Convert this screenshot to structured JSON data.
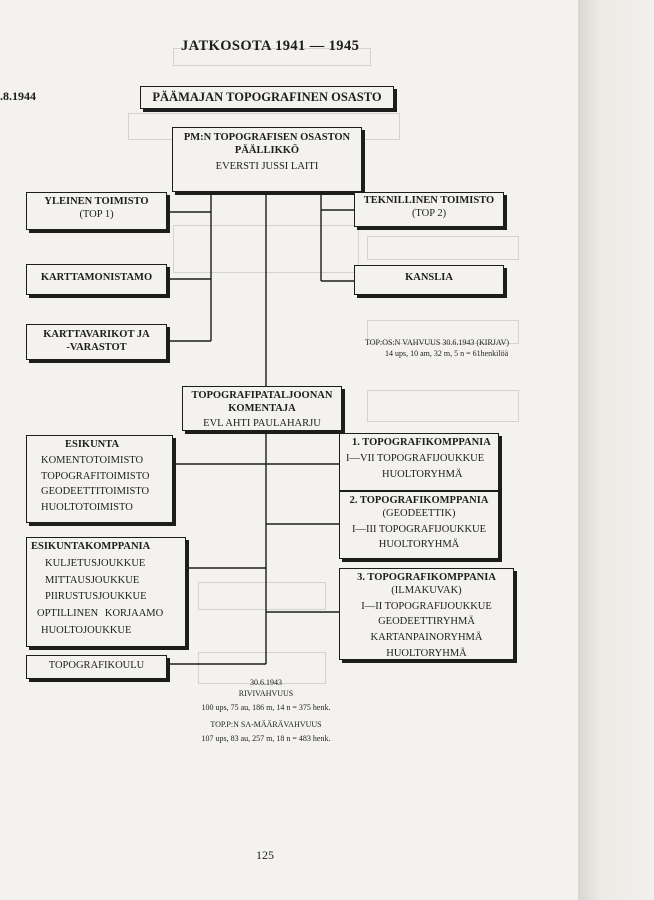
{
  "header": {
    "title": "JATKOSOTA 1941 — 1945",
    "date_fragment": ".8.1944",
    "page_number": "125"
  },
  "org_chart": {
    "root": "PÄÄMAJAN TOPOGRAFINEN OSASTO",
    "chief": {
      "title": "PM:N TOPOGRAFISEN OSASTON PÄÄLLIKKÖ",
      "name": "EVERSTI JUSSI LAITI"
    },
    "left_units": [
      {
        "title": "YLEINEN TOIMISTO",
        "sub": "(TOP 1)"
      },
      {
        "title": "KARTTAMONISTAMO",
        "sub": ""
      },
      {
        "title": "KARTTAVARIKOT JA -VARASTOT",
        "sub": ""
      }
    ],
    "right_units": [
      {
        "title": "TEKNILLINEN TOIMISTO",
        "sub": "(TOP 2)"
      },
      {
        "title": "KANSLIA",
        "sub": ""
      }
    ],
    "strength_note": {
      "line1": "TOP:OS:N VAHVUUS 30.6.1943 (KIRJAV)",
      "line2": "14 ups, 10 am, 32 m, 5 n = 61henkilöä"
    },
    "battalion": {
      "title": "TOPOGRAFIPATALJOONAN KOMENTAJA",
      "name": "EVL AHTI PAULAHARJU"
    },
    "esikunta": {
      "title": "ESIKUNTA",
      "items": [
        "KOMENTOTOIMISTO",
        "TOPOGRAFITOIMISTO",
        "GEODEETTITOIMISTO",
        "HUOLTOTOIMISTO"
      ]
    },
    "esikuntakomppania": {
      "title": "ESIKUNTAKOMPPANIA",
      "items": [
        "KULJETUSJOUKKUE",
        "MITTAUSJOUKKUE",
        "PIIRUSTUSJOUKKUE",
        "OPTILLINEN KORJAAMO",
        "HUOLTOJOUKKUE"
      ]
    },
    "school": "TOPOGRAFIKOULU",
    "companies": [
      {
        "title": "1. TOPOGRAFIKOMPPANIA",
        "sub": "",
        "items": [
          "I—VII TOPOGRAFIJOUKKUE",
          "HUOLTORYHMÄ"
        ]
      },
      {
        "title": "2. TOPOGRAFIKOMPPANIA",
        "sub": "(GEODEETTIK)",
        "items": [
          "I—III TOPOGRAFIJOUKKUE",
          "HUOLTORYHMÄ"
        ]
      },
      {
        "title": "3. TOPOGRAFIKOMPPANIA",
        "sub": "(ILMAKUVAK)",
        "items": [
          "I—II TOPOGRAFIJOUKKUE",
          "GEODEETTIRYHMÄ",
          "KARTANPAINORYHMÄ",
          "HUOLTORYHMÄ"
        ]
      }
    ],
    "footnotes": {
      "date": "30.6.1943",
      "rivi_label": "RIVIVAHVUUS",
      "rivi_value": "100 ups, 75 au, 186 m, 14 n = 375 henk.",
      "maara_label": "TOP.P:N SA-MÄÄRÄVAHVUUS",
      "maara_value": "107 ups, 83 au, 257 m, 18 n = 483 henk."
    }
  }
}
